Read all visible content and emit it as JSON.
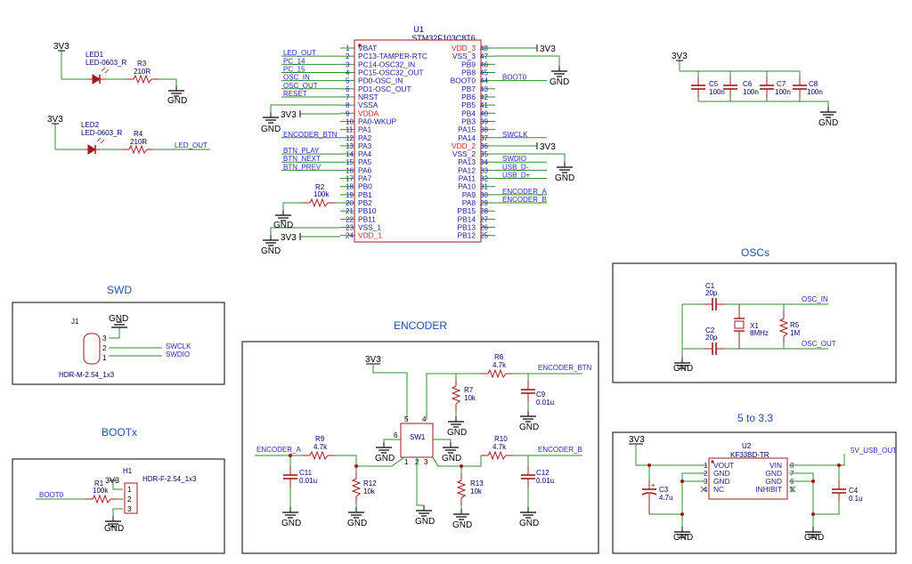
{
  "colors": {
    "background": "#ffffff",
    "wire": "#2e8b2e",
    "part": "#a01818",
    "ref_text": "#00006a",
    "net_label": "#2828c8",
    "pin_name": "#1a1a9c",
    "pin_number": "#1a1a9c",
    "power_pin": "#e02020",
    "region_title": "#1c50b0",
    "ground": "#000000",
    "box": "#000000",
    "chip_fill": "#ffffff"
  },
  "mcu": {
    "ref": "U1",
    "part": "STM32F103C8T6",
    "left_pins": [
      {
        "num": "1",
        "name": "VBAT",
        "net": ""
      },
      {
        "num": "2",
        "name": "PC13-TAMPER-RTC",
        "net": "LED_OUT"
      },
      {
        "num": "3",
        "name": "PC14-OSC32_IN",
        "net": "PC_14"
      },
      {
        "num": "4",
        "name": "PC15-OSC32_OUT",
        "net": "PC_15"
      },
      {
        "num": "5",
        "name": "PD0-OSC_IN",
        "net": "OSC_IN"
      },
      {
        "num": "6",
        "name": "PD1-OSC_OUT",
        "net": "OSC_OUT"
      },
      {
        "num": "7",
        "name": "NRST",
        "net": "RESET"
      },
      {
        "num": "8",
        "name": "VSSA",
        "net": ""
      },
      {
        "num": "9",
        "name": "VDDA",
        "net": ""
      },
      {
        "num": "10",
        "name": "PA0-WKUP",
        "net": ""
      },
      {
        "num": "11",
        "name": "PA1",
        "net": ""
      },
      {
        "num": "12",
        "name": "PA2",
        "net": "ENCODER_BTN"
      },
      {
        "num": "13",
        "name": "PA3",
        "net": ""
      },
      {
        "num": "14",
        "name": "PA4",
        "net": "BTN_PLAY"
      },
      {
        "num": "15",
        "name": "PA5",
        "net": "BTN_NEXT"
      },
      {
        "num": "16",
        "name": "PA6",
        "net": "BTN_PREV"
      },
      {
        "num": "17",
        "name": "PA7",
        "net": ""
      },
      {
        "num": "18",
        "name": "PB0",
        "net": ""
      },
      {
        "num": "19",
        "name": "PB1",
        "net": ""
      },
      {
        "num": "20",
        "name": "PB2",
        "net": ""
      },
      {
        "num": "21",
        "name": "PB10",
        "net": ""
      },
      {
        "num": "22",
        "name": "PB11",
        "net": ""
      },
      {
        "num": "23",
        "name": "VSS_1",
        "net": ""
      },
      {
        "num": "24",
        "name": "VDD_1",
        "net": ""
      }
    ],
    "right_pins": [
      {
        "num": "48",
        "name": "VDD_3",
        "net": ""
      },
      {
        "num": "47",
        "name": "VSS_3",
        "net": ""
      },
      {
        "num": "46",
        "name": "PB9",
        "net": ""
      },
      {
        "num": "45",
        "name": "PB8",
        "net": ""
      },
      {
        "num": "44",
        "name": "BOOT0",
        "net": "BOOT0"
      },
      {
        "num": "43",
        "name": "PB7",
        "net": ""
      },
      {
        "num": "42",
        "name": "PB6",
        "net": ""
      },
      {
        "num": "41",
        "name": "PB5",
        "net": ""
      },
      {
        "num": "40",
        "name": "PB4",
        "net": ""
      },
      {
        "num": "39",
        "name": "PB3",
        "net": ""
      },
      {
        "num": "38",
        "name": "PA15",
        "net": ""
      },
      {
        "num": "37",
        "name": "PA14",
        "net": "SWCLK"
      },
      {
        "num": "36",
        "name": "VDD_2",
        "net": ""
      },
      {
        "num": "35",
        "name": "VSS_2",
        "net": ""
      },
      {
        "num": "34",
        "name": "PA13",
        "net": "SWDIO"
      },
      {
        "num": "33",
        "name": "PA12",
        "net": "USB_D-"
      },
      {
        "num": "32",
        "name": "PA11",
        "net": "USB_D+"
      },
      {
        "num": "31",
        "name": "PA10",
        "net": ""
      },
      {
        "num": "30",
        "name": "PA9",
        "net": "ENCODER_A"
      },
      {
        "num": "29",
        "name": "PA8",
        "net": "ENCODER_B"
      },
      {
        "num": "28",
        "name": "PB15",
        "net": ""
      },
      {
        "num": "27",
        "name": "PB14",
        "net": ""
      },
      {
        "num": "26",
        "name": "PB13",
        "net": ""
      },
      {
        "num": "25",
        "name": "PB12",
        "net": ""
      }
    ],
    "r2": {
      "ref": "R2",
      "value": "100k"
    }
  },
  "power": {
    "v33": "3V3",
    "gnd": "GND"
  },
  "leds": [
    {
      "led_ref": "LED1",
      "led_part": "LED-0603_R",
      "res_ref": "R3",
      "res_value": "210R",
      "net": ""
    },
    {
      "led_ref": "LED2",
      "led_part": "LED-0603_R",
      "res_ref": "R4",
      "res_value": "210R",
      "net": "LED_OUT"
    }
  ],
  "decoupling": [
    {
      "ref": "C5",
      "value": "100n"
    },
    {
      "ref": "C6",
      "value": "100n"
    },
    {
      "ref": "C7",
      "value": "100n"
    },
    {
      "ref": "C8",
      "value": "100n"
    }
  ],
  "sections": {
    "swd": {
      "title": "SWD",
      "ref": "J1",
      "part": "HDR-M-2.54_1x3",
      "pins": [
        "3",
        "2",
        "1"
      ],
      "nets": [
        "SWCLK",
        "SWDIO"
      ]
    },
    "boot": {
      "title": "BOOTx",
      "ref": "H1",
      "part": "HDR-F-2.54_1x3",
      "pins": [
        "1",
        "2",
        "3"
      ],
      "r_ref": "R1",
      "r_value": "100k",
      "net": "BOOT0"
    },
    "encoder": {
      "title": "ENCODER",
      "sw_ref": "SW1",
      "sw_pins": [
        "5",
        "4",
        "1",
        "2",
        "3",
        "6"
      ],
      "nets": [
        "ENCODER_BTN",
        "ENCODER_A",
        "ENCODER_B"
      ],
      "parts": [
        {
          "ref": "R6",
          "value": "4.7k"
        },
        {
          "ref": "R7",
          "value": "10k"
        },
        {
          "ref": "C9",
          "value": "0.01u"
        },
        {
          "ref": "R9",
          "value": "4.7k"
        },
        {
          "ref": "C11",
          "value": "0.01u"
        },
        {
          "ref": "R12",
          "value": "10k"
        },
        {
          "ref": "R10",
          "value": "4.7k"
        },
        {
          "ref": "C12",
          "value": "0.01u"
        },
        {
          "ref": "R13",
          "value": "10k"
        }
      ]
    },
    "oscs": {
      "title": "OSCs",
      "nets": [
        "OSC_IN",
        "OSC_OUT"
      ],
      "parts": [
        {
          "ref": "C1",
          "value": "20p"
        },
        {
          "ref": "C2",
          "value": "20p"
        },
        {
          "ref": "X1",
          "value": "8MHz"
        },
        {
          "ref": "R5",
          "value": "1M"
        }
      ]
    },
    "ldo": {
      "title": "5 to 3.3",
      "ref": "U2",
      "part": "KF33BD-TR",
      "left_pins": [
        {
          "num": "1",
          "name": "VOUT"
        },
        {
          "num": "2",
          "name": "GND"
        },
        {
          "num": "3",
          "name": "GND"
        },
        {
          "num": "4",
          "name": "NC"
        }
      ],
      "right_pins": [
        {
          "num": "8",
          "name": "VIN"
        },
        {
          "num": "7",
          "name": "GND"
        },
        {
          "num": "6",
          "name": "GND"
        },
        {
          "num": "5",
          "name": "INHIBIT"
        }
      ],
      "net": "5V_USB_OUT",
      "c3": {
        "ref": "C3",
        "value": "4.7u"
      },
      "c4": {
        "ref": "C4",
        "value": "0.1u"
      }
    }
  }
}
